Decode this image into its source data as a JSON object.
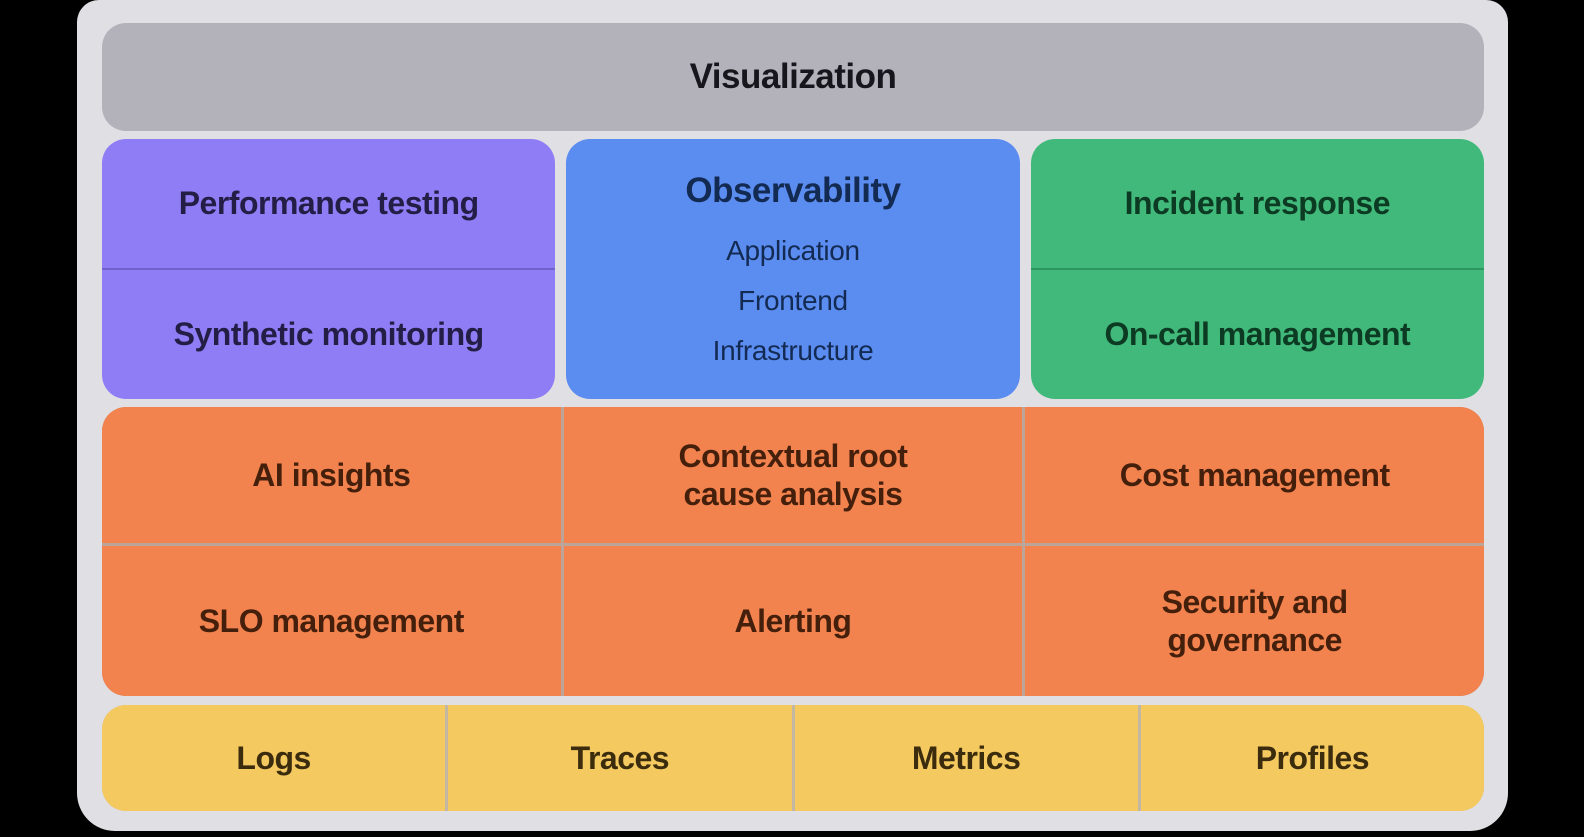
{
  "colors": {
    "background": "#000000",
    "panel": "#e0dfe4",
    "visualization_bar": "#b3b2bb",
    "testing_block": "#8f7df6",
    "observability_block": "#5b8cf0",
    "incident_block": "#41b97a",
    "features_grid": "#f2824e",
    "telemetry_row": "#f4c95f"
  },
  "visualization_bar": {
    "label": "Visualization"
  },
  "capability_blocks": {
    "testing": {
      "cells": [
        "Performance testing",
        "Synthetic monitoring"
      ]
    },
    "observability": {
      "heading": "Observability",
      "items": [
        "Application",
        "Frontend",
        "Infrastructure"
      ]
    },
    "incident": {
      "cells": [
        "Incident response",
        "On-call management"
      ]
    }
  },
  "features_grid": {
    "cells": [
      "AI insights",
      "Contextual root\ncause analysis",
      "Cost management",
      "SLO management",
      "Alerting",
      "Security and\ngovernance"
    ]
  },
  "telemetry_row": {
    "cells": [
      "Logs",
      "Traces",
      "Metrics",
      "Profiles"
    ]
  }
}
